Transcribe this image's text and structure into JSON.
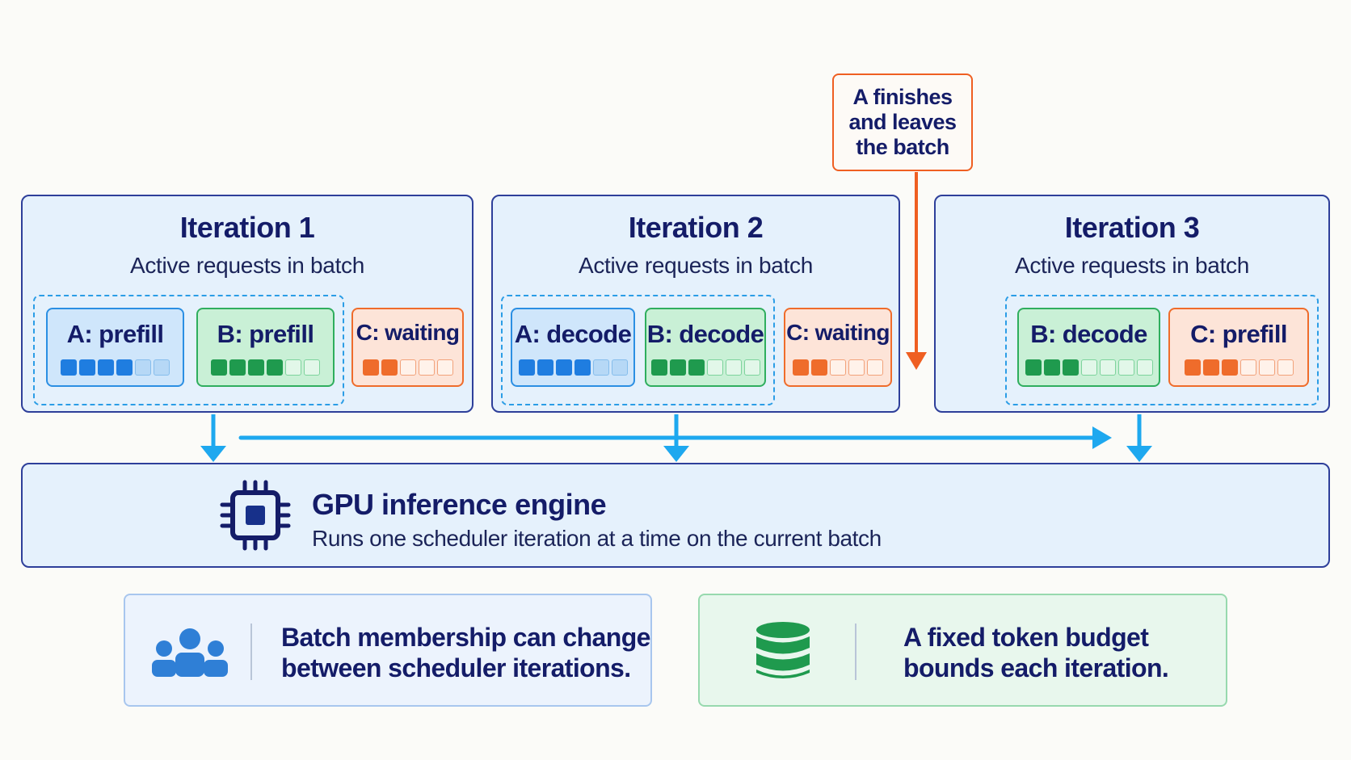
{
  "callout": {
    "lines": [
      "A finishes",
      "and leaves",
      "the batch"
    ],
    "color": "#ef5f22"
  },
  "iterations": [
    {
      "title": "Iteration 1",
      "subtitle": "Active requests in batch",
      "requests": [
        {
          "label": "A: prefill",
          "color": "blue",
          "filled": 4,
          "total": 6,
          "in_batch": true
        },
        {
          "label": "B: prefill",
          "color": "green",
          "filled": 4,
          "total": 6,
          "in_batch": true
        },
        {
          "label": "C: waiting",
          "color": "orange",
          "filled": 2,
          "total": 5,
          "in_batch": false
        }
      ]
    },
    {
      "title": "Iteration 2",
      "subtitle": "Active requests in batch",
      "requests": [
        {
          "label": "A: decode",
          "color": "blue",
          "filled": 4,
          "total": 6,
          "in_batch": true
        },
        {
          "label": "B: decode",
          "color": "green",
          "filled": 3,
          "total": 6,
          "in_batch": true
        },
        {
          "label": "C: waiting",
          "color": "orange",
          "filled": 2,
          "total": 5,
          "in_batch": false
        }
      ]
    },
    {
      "title": "Iteration 3",
      "subtitle": "Active requests in batch",
      "requests": [
        {
          "label": "B: decode",
          "color": "green",
          "filled": 3,
          "total": 7,
          "in_batch": true
        },
        {
          "label": "C: prefill",
          "color": "orange",
          "filled": 3,
          "total": 6,
          "in_batch": true
        }
      ]
    }
  ],
  "engine": {
    "title": "GPU inference engine",
    "subtitle": "Runs one scheduler iteration at a time on the current batch",
    "icon": "gpu-chip-icon"
  },
  "notes": [
    {
      "icon": "users-group-icon",
      "lines": [
        "Batch membership can change",
        "between scheduler iterations."
      ]
    },
    {
      "icon": "database-icon",
      "lines": [
        "A fixed token budget",
        "bounds each iteration."
      ]
    }
  ],
  "colors": {
    "navy": "#2e3f9a",
    "arrow_blue": "#1ea8ef",
    "blue": "#1f7de0",
    "green": "#1f9a4e",
    "orange": "#ef6c2b"
  }
}
